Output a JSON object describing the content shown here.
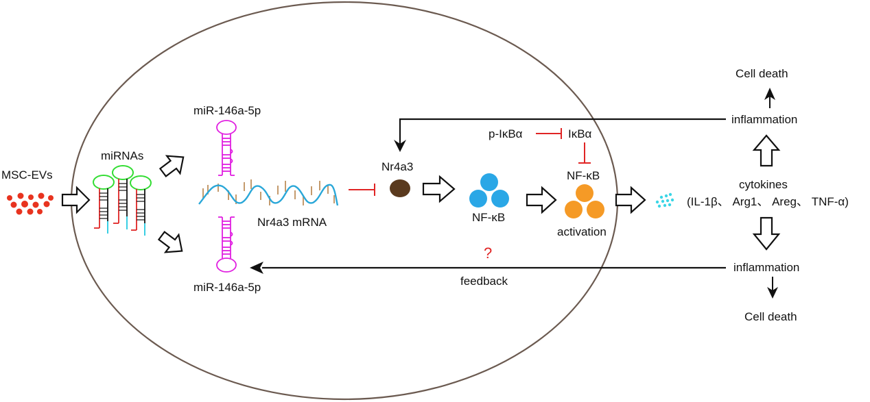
{
  "labels": {
    "msc_evs": "MSC-EVs",
    "mirnas": "miRNAs",
    "mir_top": "miR-146a-5p",
    "mir_bottom": "miR-146a-5p",
    "mrna": "Nr4a3 mRNA",
    "nr4a3": "Nr4a3",
    "nfkb_1": "NF-κB",
    "p_ikba": "p-IκBα",
    "ikba": "IκBα",
    "nfkb_2": "NF-κB",
    "activation": "activation",
    "cytokines": "cytokines",
    "cytokine_list": "(IL-1β、 Arg1、 Areg、 TNF-α)",
    "inflammation_top": "inflammation",
    "inflammation_bottom": "inflammation",
    "cell_death_top": "Cell death",
    "cell_death_bottom": "Cell death",
    "question": "?",
    "feedback": "feedback"
  },
  "colors": {
    "cell_outline": "#6b5a50",
    "ev_red": "#e8331f",
    "mirna_loop": "#33dd33",
    "mir_magenta": "#e01ee0",
    "mrna_blue": "#2aa7d8",
    "mrna_tick": "#c49a6c",
    "nr4a3_brown": "#5a3a1e",
    "nfkb_blue": "#2aa7e6",
    "nfkb_orange": "#f59a26",
    "inhibit_red": "#e02424",
    "cytokine_cyan": "#3ad6e6",
    "strand_red": "#e02424",
    "strand_cyan": "#22c8e0"
  }
}
